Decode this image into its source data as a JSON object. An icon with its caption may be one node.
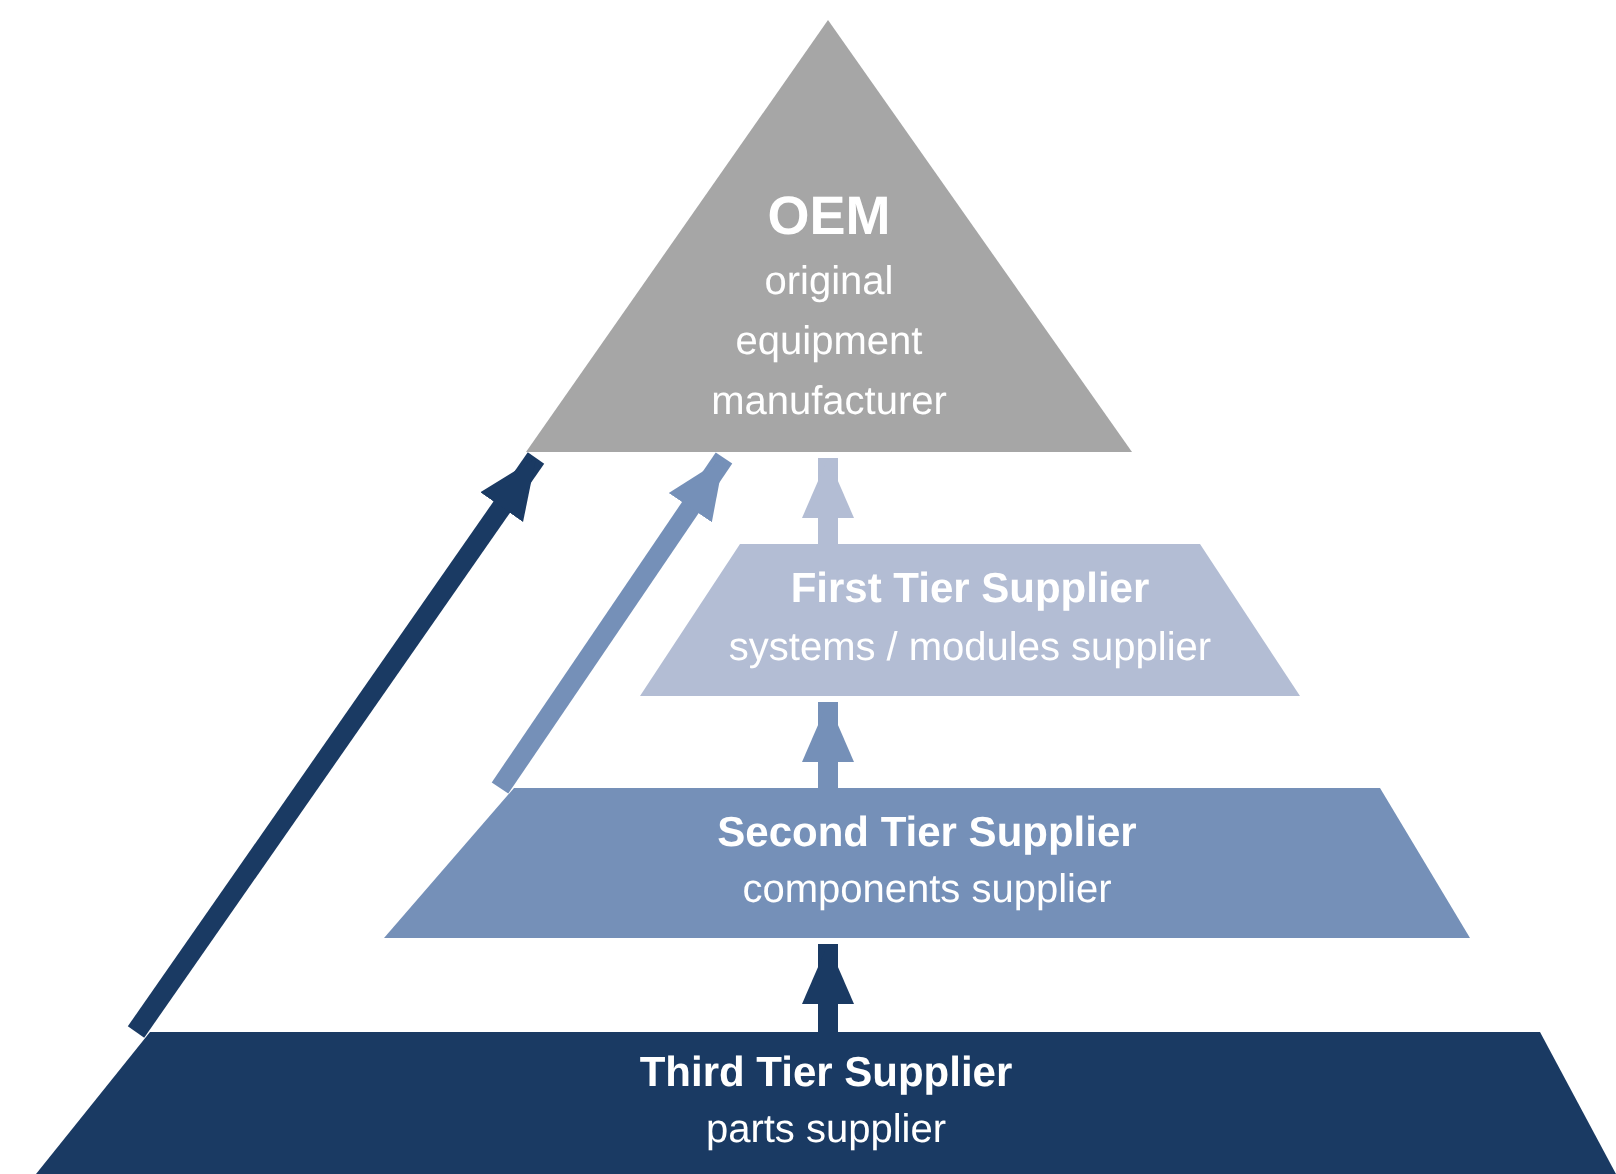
{
  "diagram": {
    "nodes": [
      {
        "text": [
          "OEM",
          "original equipment manufacturer"
        ]
      },
      {
        "text": [
          "First Tier Supplier",
          "systems / modules supplier"
        ]
      },
      {
        "text": [
          "Second Tier Supplier",
          "components supplier"
        ]
      },
      {
        "text": [
          "Third Tier Supplier",
          "parts supplier"
        ]
      }
    ],
    "edges": [
      {
        "from": 1,
        "to": 0,
        "arrow": "to",
        "color": "#b3bdd4"
      },
      {
        "from": 2,
        "to": 1,
        "arrow": "to",
        "color": "#7590b8"
      },
      {
        "from": 3,
        "to": 2,
        "arrow": "to",
        "color": "#1a3a63"
      },
      {
        "from": 2,
        "to": 0,
        "arrow": "to",
        "color": "#7590b8"
      },
      {
        "from": 3,
        "to": 0,
        "arrow": "to",
        "color": "#1a3a63"
      }
    ]
  }
}
